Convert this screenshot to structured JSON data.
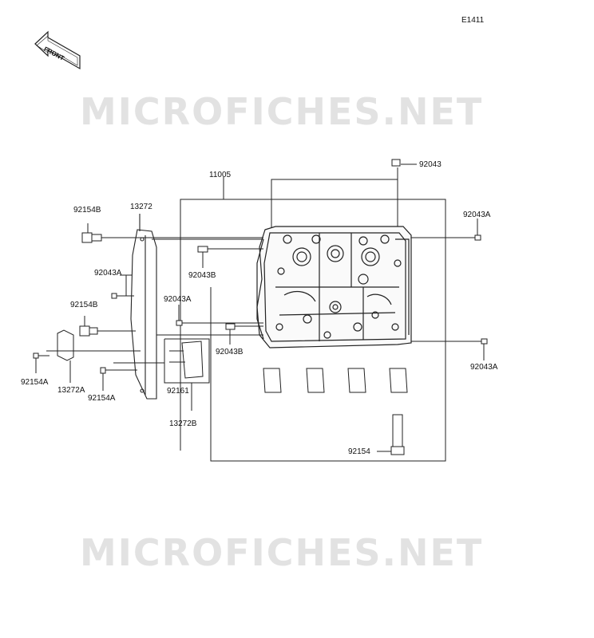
{
  "diagram_code": "E1411",
  "front_badge": "FRONT",
  "watermark_top": "MICROFICHES.NET",
  "watermark_bottom": "MICROFICHES.NET",
  "parts": {
    "p11005": "11005",
    "p92043_top": "92043",
    "p92043A_right_top": "92043A",
    "p92043A_right_bottom": "92043A",
    "p92043A_left": "92043A",
    "p92043A_mid": "92043A",
    "p92043B_upper": "92043B",
    "p92043B_lower": "92043B",
    "p92154B_upper": "92154B",
    "p92154B_lower": "92154B",
    "p13272": "13272",
    "p13272A": "13272A",
    "p13272B": "13272B",
    "p92154A_left": "92154A",
    "p92154A_lower": "92154A",
    "p92161": "92161",
    "p92154": "92154"
  },
  "colors": {
    "line": "#222222",
    "watermark": "#e2e2e2",
    "background": "#ffffff"
  }
}
